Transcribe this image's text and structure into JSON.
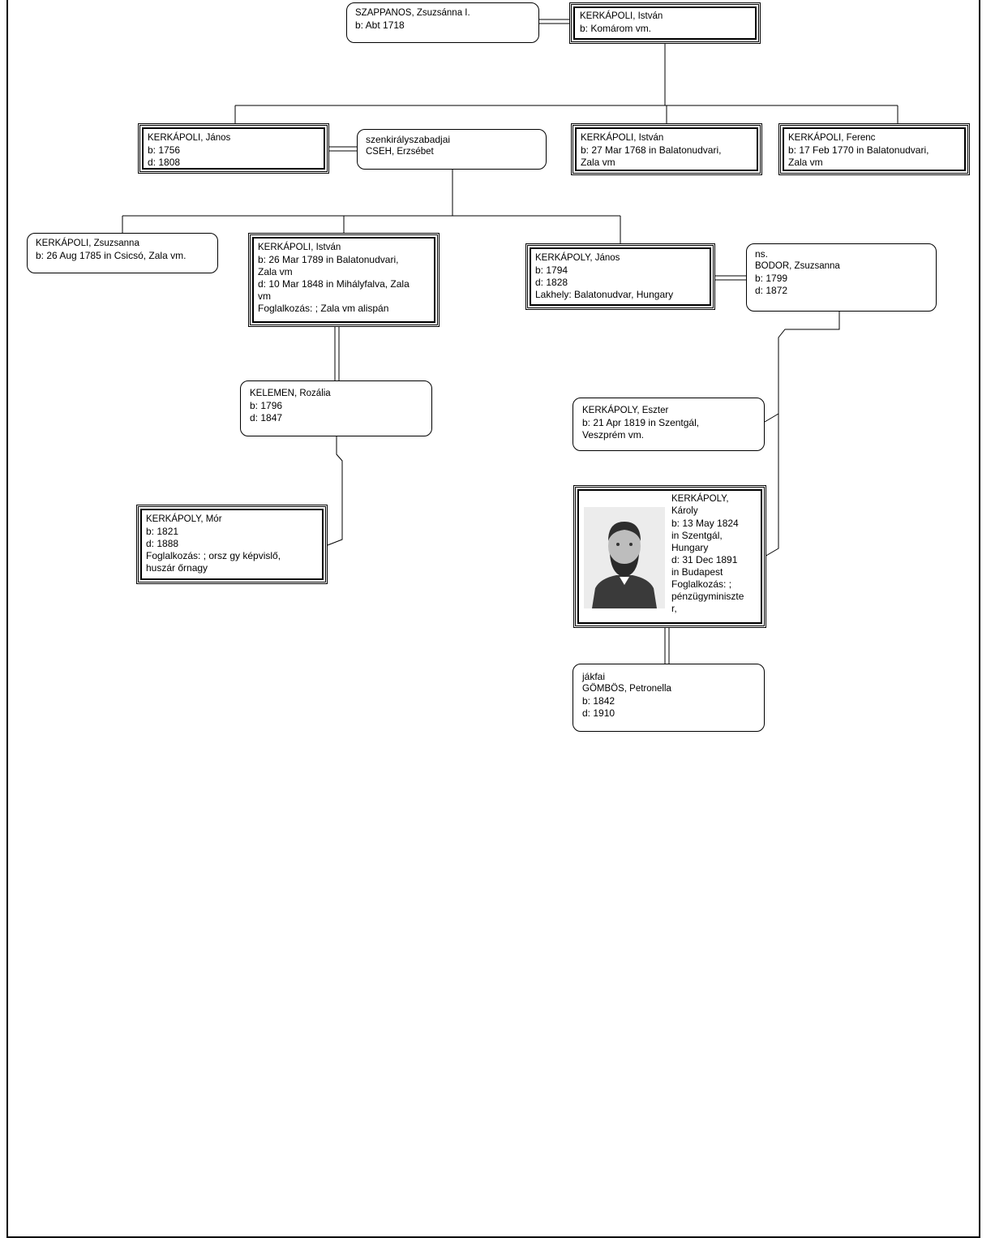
{
  "people": {
    "szappanos": {
      "name": "SZAPPANOS, Zsuzsánna I.",
      "lines": [
        "b: Abt 1718"
      ]
    },
    "istvan_root": {
      "name": "KERKÁPOLI, István",
      "lines": [
        "b: Komárom vm."
      ]
    },
    "janos_1756": {
      "name": "KERKÁPOLI, János",
      "lines": [
        "b: 1756",
        "d: 1808"
      ]
    },
    "cseh": {
      "name": "CSEH, Erzsébet",
      "prefix": "szenkirályszabadjai",
      "lines": []
    },
    "istvan_1768": {
      "name": "KERKÁPOLI, István",
      "lines": [
        "b: 27 Mar 1768 in Balatonudvari,",
        "Zala vm"
      ]
    },
    "ferenc": {
      "name": "KERKÁPOLI, Ferenc",
      "lines": [
        "b: 17 Feb 1770 in Balatonudvari,",
        "Zala vm"
      ]
    },
    "zsuzsanna_1785": {
      "name": "KERKÁPOLI, Zsuzsanna",
      "lines": [
        "b: 26 Aug 1785 in Csicsó, Zala vm."
      ]
    },
    "istvan_1789": {
      "name": "KERKÁPOLI, István",
      "lines": [
        "b: 26 Mar 1789 in Balatonudvari,",
        "Zala vm",
        "d: 10 Mar 1848 in Mihályfalva, Zala",
        "vm",
        "Foglalkozás: ; Zala vm alispán"
      ]
    },
    "janos_1794": {
      "name": "KERKÁPOLY, János",
      "lines": [
        "b: 1794",
        "d: 1828",
        "Lakhely: Balatonudvar, Hungary"
      ]
    },
    "bodor": {
      "name": "BODOR, Zsuzsanna",
      "prefix": "ns.",
      "lines": [
        "b: 1799",
        "d: 1872"
      ]
    },
    "kelemen": {
      "name": "KELEMEN, Rozália",
      "lines": [
        "b: 1796",
        "d: 1847"
      ]
    },
    "eszter": {
      "name": "KERKÁPOLY, Eszter",
      "lines": [
        "b: 21 Apr 1819 in Szentgál,",
        "Veszprém vm."
      ]
    },
    "mor": {
      "name": "KERKÁPOLY, Mór",
      "lines": [
        "b: 1821",
        "d: 1888",
        "Foglalkozás: ; orsz gy képvislő,",
        "huszár őrnagy"
      ]
    },
    "karoly": {
      "name": "KERKÁPOLY,",
      "name2": "Károly",
      "lines": [
        "b: 13 May 1824",
        "in Szentgál,",
        "Hungary",
        "d: 31 Dec 1891",
        "in Budapest",
        "Foglalkozás: ;",
        "pénzügyminiszte",
        "r,"
      ]
    },
    "gombos": {
      "name": "GÖMBÖS, Petronella",
      "prefix": "jákfai",
      "lines": [
        "b: 1842",
        "d: 1910"
      ]
    }
  },
  "icons": {
    "portrait": "portrait-photo"
  }
}
